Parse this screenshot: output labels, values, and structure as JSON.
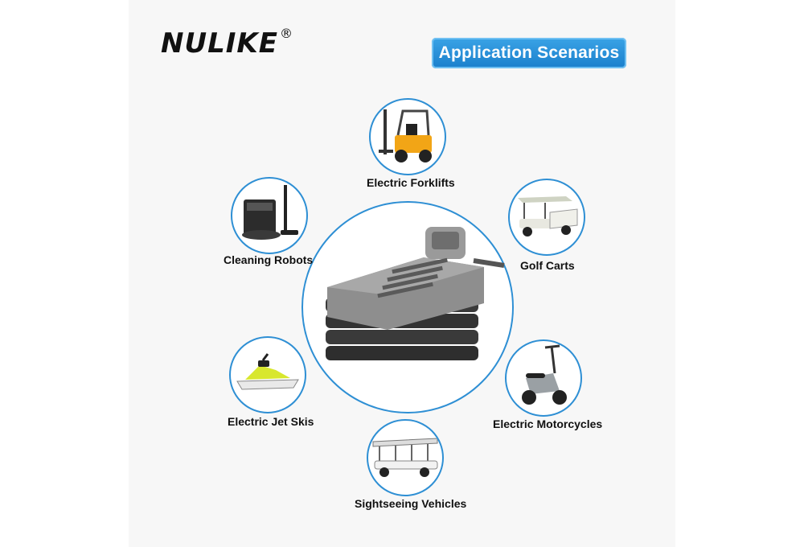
{
  "brand": {
    "name": "NULIKE",
    "mark": "®"
  },
  "banner": {
    "title": "Application Scenarios"
  },
  "scenarios": {
    "forklifts": "Electric Forklifts",
    "golf_carts": "Golf Carts",
    "cleaning_robots": "Cleaning Robots",
    "jet_skis": "Electric Jet Skis",
    "motorcycles": "Electric Motorcycles",
    "sightseeing": "Sightseeing Vehicles"
  },
  "colors": {
    "accent": "#2e8fd4",
    "banner": "#1a7fcc",
    "text": "#111111",
    "panel": "#f7f7f7"
  }
}
